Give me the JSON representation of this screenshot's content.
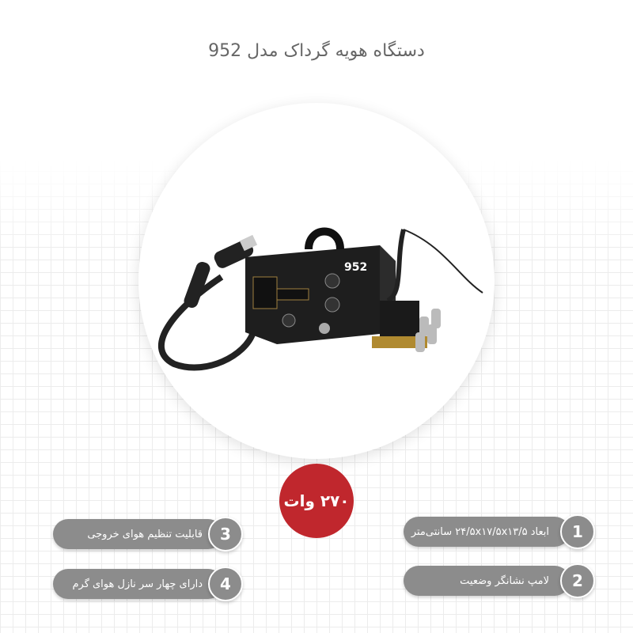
{
  "title": "دستگاه هویه گرداک مدل  952",
  "power": "۲۷۰ وات",
  "features": [
    {
      "number": "1",
      "text": "ابعاد ۲۴/۵x۱۷/۵x۱۳/۵ سانتی‌متر"
    },
    {
      "number": "2",
      "text": "لامپ نشانگر وضعیت"
    },
    {
      "number": "3",
      "text": "قابلیت تنظیم هوای خروجی"
    },
    {
      "number": "4",
      "text": "دارای چهار سر نازل هوای گرم"
    }
  ],
  "product_label": "952",
  "colors": {
    "accent": "#c0272d",
    "pill": "#8c8c8c"
  }
}
